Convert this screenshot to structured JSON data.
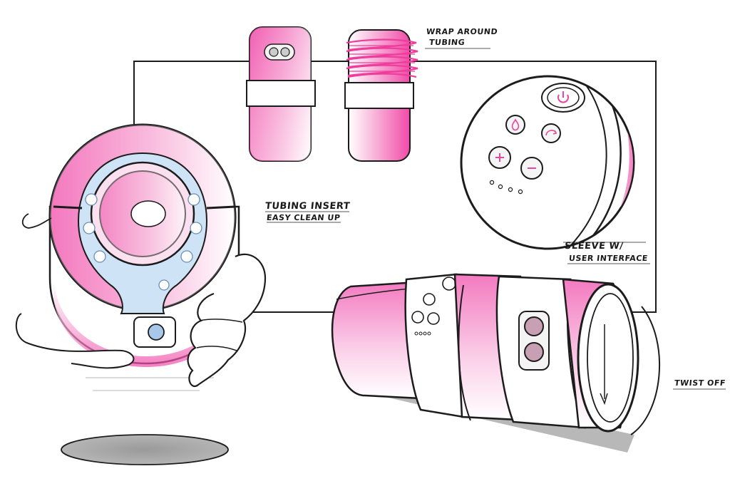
{
  "labels": {
    "wrap_line1": "WRAP AROUND",
    "wrap_line2": "TUBING",
    "tubing_line1": "TUBING INSERT",
    "tubing_line2": "EASY CLEAN UP",
    "sleeve_line1": "SLEEVE W/",
    "sleeve_line2": "USER INTERFACE",
    "twist_off": "TWIST OFF"
  },
  "colors": {
    "accent_pink": "#f04aa8",
    "pale_pink": "#fbd3ea",
    "light_blue": "#cfe3f6",
    "outline": "#1c1c1c",
    "shadow": "#b8b8b8"
  },
  "icons": {
    "power": "power-icon",
    "drop": "drop-icon",
    "repeat": "repeat-icon",
    "plus": "plus-icon",
    "minus": "minus-icon"
  }
}
